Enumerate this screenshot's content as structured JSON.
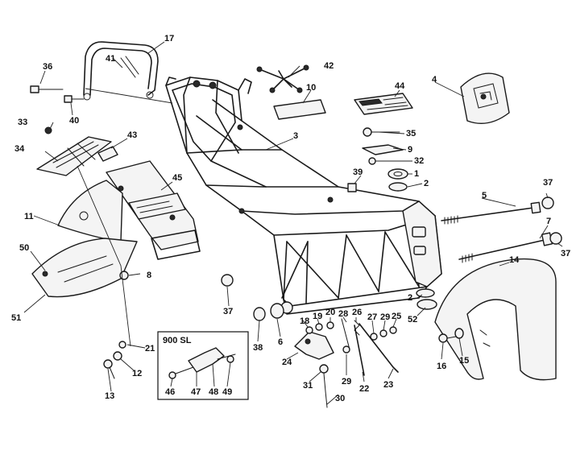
{
  "diagram": {
    "inset_title": "900 SL",
    "callouts": [
      {
        "id": "c1",
        "label": "1"
      },
      {
        "id": "c2a",
        "label": "2"
      },
      {
        "id": "c2b",
        "label": "2"
      },
      {
        "id": "c3",
        "label": "3"
      },
      {
        "id": "c4",
        "label": "4"
      },
      {
        "id": "c5",
        "label": "5"
      },
      {
        "id": "c6",
        "label": "6"
      },
      {
        "id": "c7",
        "label": "7"
      },
      {
        "id": "c8",
        "label": "8"
      },
      {
        "id": "c9",
        "label": "9"
      },
      {
        "id": "c10",
        "label": "10"
      },
      {
        "id": "c11",
        "label": "11"
      },
      {
        "id": "c12",
        "label": "12"
      },
      {
        "id": "c13",
        "label": "13"
      },
      {
        "id": "c14",
        "label": "14"
      },
      {
        "id": "c15",
        "label": "15"
      },
      {
        "id": "c16",
        "label": "16"
      },
      {
        "id": "c17",
        "label": "17"
      },
      {
        "id": "c18",
        "label": "18"
      },
      {
        "id": "c19",
        "label": "19"
      },
      {
        "id": "c20",
        "label": "20"
      },
      {
        "id": "c21",
        "label": "21"
      },
      {
        "id": "c22",
        "label": "22"
      },
      {
        "id": "c23",
        "label": "23"
      },
      {
        "id": "c24",
        "label": "24"
      },
      {
        "id": "c25",
        "label": "25"
      },
      {
        "id": "c26",
        "label": "26"
      },
      {
        "id": "c27",
        "label": "27"
      },
      {
        "id": "c28",
        "label": "28"
      },
      {
        "id": "c29a",
        "label": "29"
      },
      {
        "id": "c29b",
        "label": "29"
      },
      {
        "id": "c30",
        "label": "30"
      },
      {
        "id": "c31",
        "label": "31"
      },
      {
        "id": "c32",
        "label": "32"
      },
      {
        "id": "c33",
        "label": "33"
      },
      {
        "id": "c34",
        "label": "34"
      },
      {
        "id": "c35",
        "label": "35"
      },
      {
        "id": "c36",
        "label": "36"
      },
      {
        "id": "c37a",
        "label": "37"
      },
      {
        "id": "c37b",
        "label": "37"
      },
      {
        "id": "c37c",
        "label": "37"
      },
      {
        "id": "c38",
        "label": "38"
      },
      {
        "id": "c39",
        "label": "39"
      },
      {
        "id": "c40",
        "label": "40"
      },
      {
        "id": "c41",
        "label": "41"
      },
      {
        "id": "c42",
        "label": "42"
      },
      {
        "id": "c43",
        "label": "43"
      },
      {
        "id": "c44",
        "label": "44"
      },
      {
        "id": "c45",
        "label": "45"
      },
      {
        "id": "c46",
        "label": "46"
      },
      {
        "id": "c47",
        "label": "47"
      },
      {
        "id": "c48",
        "label": "48"
      },
      {
        "id": "c49",
        "label": "49"
      },
      {
        "id": "c50",
        "label": "50"
      },
      {
        "id": "c51",
        "label": "51"
      },
      {
        "id": "c52",
        "label": "52"
      }
    ]
  }
}
